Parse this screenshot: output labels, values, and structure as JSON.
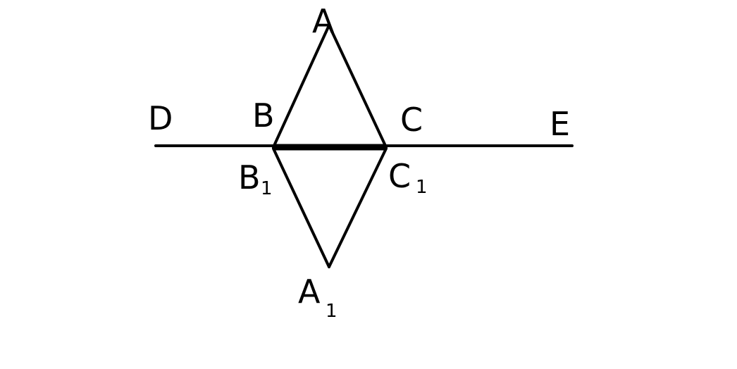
{
  "diagram": {
    "labels": {
      "A": "A",
      "B": "B",
      "C": "C",
      "D": "D",
      "E": "E",
      "B1": "B",
      "B1_sub": "1",
      "C1": "C",
      "C1_sub": "1",
      "A1": "A",
      "A1_sub": "1"
    },
    "colors": {
      "stroke": "#000000",
      "background": "#ffffff"
    }
  }
}
